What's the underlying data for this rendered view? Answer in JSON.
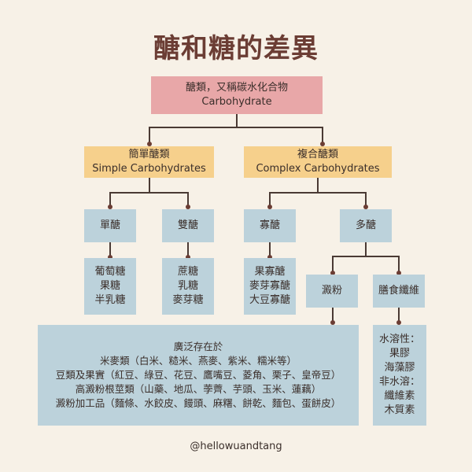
{
  "title": "醣和糖的差異",
  "root": {
    "line1": "醣類，又稱碳水化合物",
    "line2": "Carbohydrate"
  },
  "simple": {
    "line1": "簡單醣類",
    "line2": "Simple Carbohydrates"
  },
  "complex": {
    "line1": "複合醣類",
    "line2": "Complex Carbohydrates"
  },
  "mono": {
    "label": "單醣",
    "examples": [
      "葡萄糖",
      "果糖",
      "半乳糖"
    ]
  },
  "di": {
    "label": "雙醣",
    "examples": [
      "蔗糖",
      "乳糖",
      "麥芽糖"
    ]
  },
  "oligo": {
    "label": "寡醣",
    "examples": [
      "果寡醣",
      "麥芽寡醣",
      "大豆寡醣"
    ]
  },
  "poly": {
    "label": "多醣"
  },
  "starch": {
    "label": "澱粉",
    "details": [
      "廣泛存在於",
      "米麥類（白米、糙米、燕麥、紫米、糯米等）",
      "豆類及果實（紅豆、綠豆、花豆、鷹嘴豆、菱角、栗子、皇帝豆）",
      "高澱粉根莖類（山藥、地瓜、荸薺、芋頭、玉米、蓮藕）",
      "澱粉加工品（麵條、水餃皮、饅頭、麻糬、餅乾、麵包、蛋餅皮）"
    ]
  },
  "fiber": {
    "label": "膳食纖維",
    "details": [
      "水溶性：",
      "果膠",
      "海藻膠",
      "非水溶：",
      "纖維素",
      "木質素"
    ]
  },
  "footer": "@hellowuandtang",
  "colors": {
    "root": "#e8a7a8",
    "category": "#f6d08c",
    "node": "#bcd2db",
    "background": "#f7f1e7",
    "title": "#6b3d34"
  }
}
